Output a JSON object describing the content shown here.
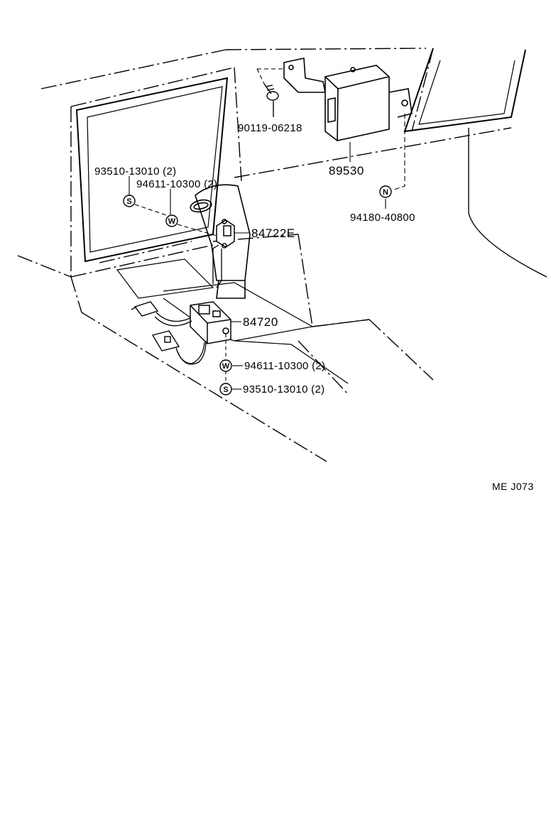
{
  "diagram": {
    "labels": {
      "bolt_90119": "90119-06218",
      "ecu_89530": "89530",
      "screw_93510_top": "93510-13010 (2)",
      "washer_94611_top": "94611-10300 (2)",
      "nut_94180": "94180-40800",
      "switch_84722E": "84722E",
      "switch_84720": "84720",
      "washer_94611_bottom": "94611-10300 (2)",
      "screw_93510_bottom": "93510-13010 (2)"
    },
    "symbols": {
      "screw": "S",
      "washer": "W",
      "nut": "N"
    },
    "footer_code": "ME  J073"
  }
}
